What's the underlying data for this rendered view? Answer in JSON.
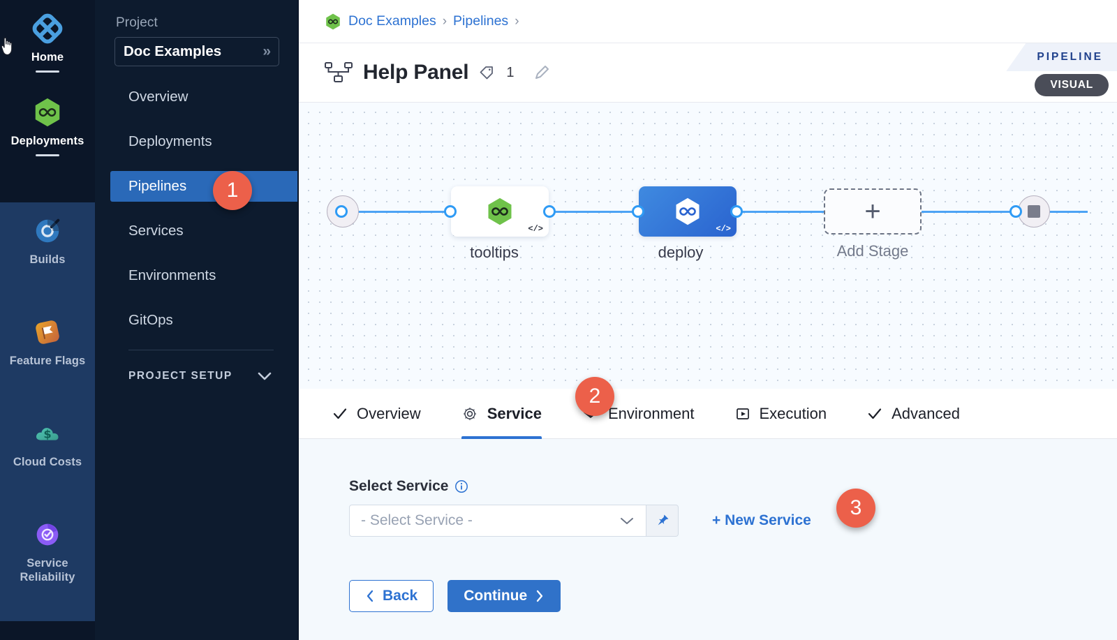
{
  "rail": {
    "items": [
      {
        "label": "Home",
        "icon": "home-diamond-icon",
        "state": "dark",
        "underline": true
      },
      {
        "label": "Deployments",
        "icon": "deployments-hex-icon",
        "state": "dark",
        "underline": true
      },
      {
        "label": "Builds",
        "icon": "builds-icon",
        "state": "navy",
        "underline": false
      },
      {
        "label": "Feature Flags",
        "icon": "feature-flags-icon",
        "state": "navy",
        "underline": false
      },
      {
        "label": "Cloud Costs",
        "icon": "cloud-costs-icon",
        "state": "navy",
        "underline": false
      },
      {
        "label": "Service Reliability",
        "icon": "service-reliability-icon",
        "state": "navy",
        "underline": false
      }
    ]
  },
  "sidebar": {
    "section_label": "Project",
    "project_name": "Doc Examples",
    "project_chevron": "»",
    "items": [
      {
        "label": "Overview"
      },
      {
        "label": "Deployments"
      },
      {
        "label": "Pipelines"
      },
      {
        "label": "Services"
      },
      {
        "label": "Environments"
      },
      {
        "label": "GitOps"
      }
    ],
    "active_index": 2,
    "setup_label": "PROJECT SETUP"
  },
  "breadcrumb": {
    "items": [
      "Doc Examples",
      "Pipelines"
    ],
    "separator": "›"
  },
  "header": {
    "title": "Help Panel",
    "tag_count": "1",
    "ribbon_label": "PIPELINE",
    "mode_badge": "VISUAL"
  },
  "canvas": {
    "stages": [
      {
        "name": "tooltips",
        "style": "white",
        "code_badge": "</>"
      },
      {
        "name": "deploy",
        "style": "blue",
        "code_badge": "</>"
      }
    ],
    "add_stage_label": "Add Stage",
    "add_stage_plus": "+"
  },
  "tabs": [
    {
      "label": "Overview",
      "icon": "check-icon",
      "active": false
    },
    {
      "label": "Service",
      "icon": "gear-icon",
      "active": true
    },
    {
      "label": "Environment",
      "icon": "layers-icon",
      "active": false
    },
    {
      "label": "Execution",
      "icon": "play-square-icon",
      "active": false
    },
    {
      "label": "Advanced",
      "icon": "check-icon",
      "active": false
    }
  ],
  "form": {
    "field_label": "Select Service",
    "select_value": "- Select Service -",
    "new_service_label": "+ New Service",
    "back_label": "Back",
    "continue_label": "Continue"
  },
  "markers": [
    {
      "number": "1"
    },
    {
      "number": "2"
    },
    {
      "number": "3"
    }
  ],
  "colors": {
    "accent_blue": "#2d72d2",
    "marker_red": "#ec604a",
    "rail_dark": "#0b1628",
    "rail_navy": "#1e3a63",
    "sidebar": "#0d1b2e",
    "active_item": "#2a69b8",
    "stage_green": "#5fc24f",
    "pipe_blue": "#4da3f5"
  }
}
